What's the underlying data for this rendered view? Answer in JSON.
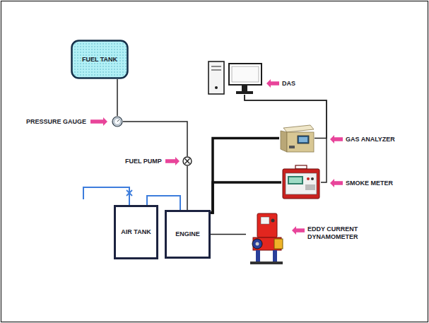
{
  "diagram": {
    "nodes": [
      {
        "text": [
          "FUEL TANK"
        ]
      },
      {
        "text": [
          "PRESSURE GAUGE"
        ]
      },
      {
        "text": [
          "DAS"
        ]
      },
      {
        "text": [
          "FUEL PUMP"
        ]
      },
      {
        "text": [
          "GAS ANALYZER"
        ]
      },
      {
        "text": [
          "SMOKE METER"
        ]
      },
      {
        "text": [
          "AIR TANK"
        ]
      },
      {
        "text": [
          "ENGINE"
        ]
      },
      {
        "text": [
          "EDDY CURRENT DYNAMOMETER"
        ]
      }
    ],
    "edges": [
      {
        "from": 0,
        "to": 1,
        "arrow": "none"
      },
      {
        "from": 1,
        "to": 3,
        "arrow": "none"
      },
      {
        "from": 3,
        "to": 7,
        "arrow": "none"
      },
      {
        "from": 6,
        "to": 7,
        "arrow": "none"
      },
      {
        "from": 7,
        "to": 4,
        "arrow": "none"
      },
      {
        "from": 7,
        "to": 5,
        "arrow": "none"
      },
      {
        "from": 7,
        "to": 8,
        "arrow": "none"
      },
      {
        "from": 2,
        "to": 4,
        "arrow": "none"
      },
      {
        "from": 2,
        "to": 5,
        "arrow": "none"
      }
    ]
  }
}
